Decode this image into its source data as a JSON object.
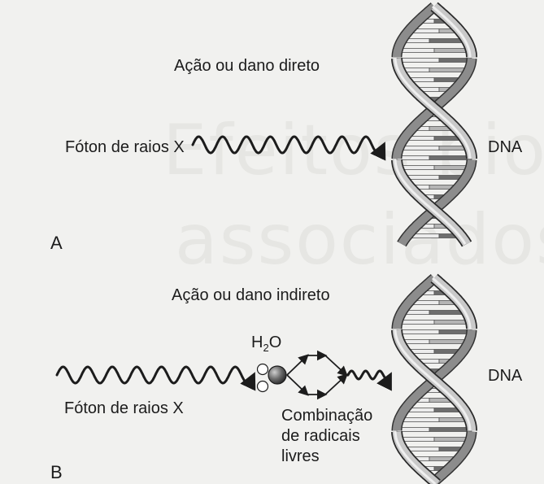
{
  "panels": [
    {
      "letter": "A",
      "title": "Ação ou dano direto",
      "photon_label": "Fóton de raios X",
      "target_label": "DNA"
    },
    {
      "letter": "B",
      "title": "Ação ou dano indireto",
      "photon_label": "Fóton de raios X",
      "target_label": "DNA",
      "molecule": {
        "symbol": "H",
        "subscript": "2",
        "tail": "O"
      },
      "radicals_label_lines": [
        "Combinação",
        "de radicais",
        "livres"
      ]
    }
  ],
  "watermark_lines": [
    "Efeitos biológicos",
    "associados aos ra"
  ],
  "colors": {
    "background": "#f1f1ef",
    "ink": "#1c1c1c",
    "dna_strand_light": "#c9c9c9",
    "dna_strand_dark": "#8c8c8c",
    "base_pair_light": "#ececec",
    "base_pair_dark": "#6e6e6e"
  }
}
